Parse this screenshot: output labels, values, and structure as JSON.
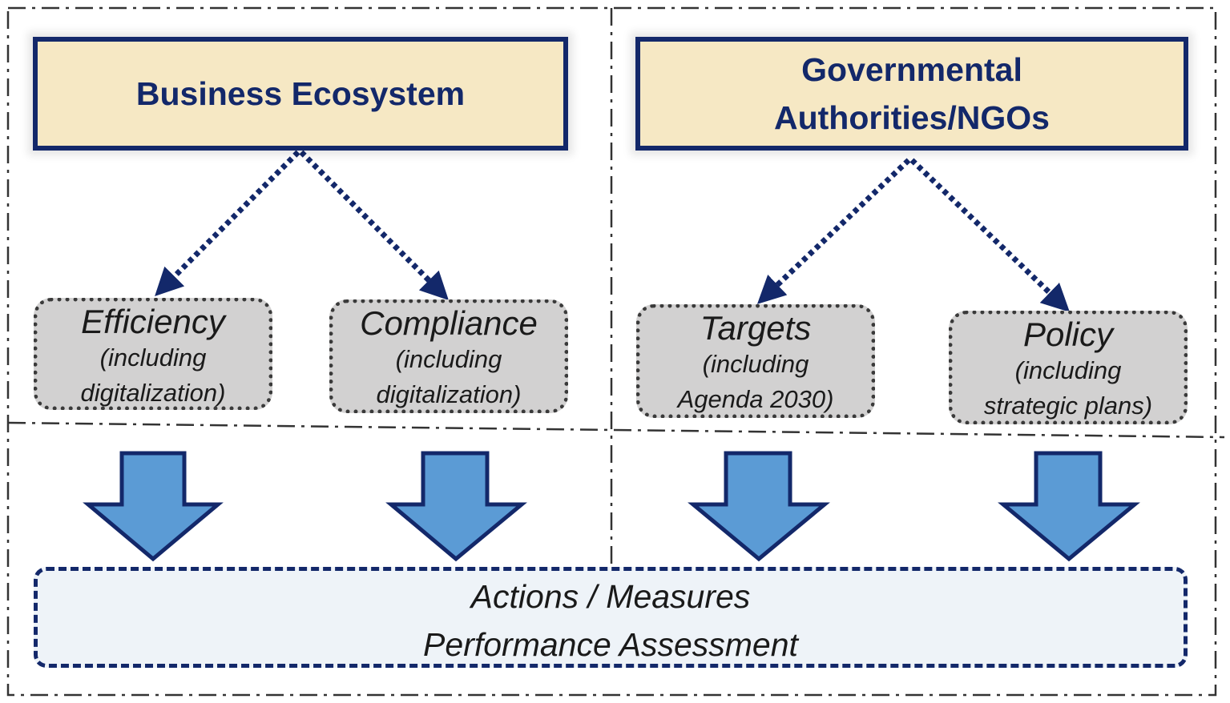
{
  "header_boxes": [
    {
      "label": "Business Ecosystem"
    },
    {
      "label": "Governmental\nAuthorities/NGOs"
    }
  ],
  "categories": [
    {
      "title": "Efficiency",
      "subtitle": "(including\ndigitalization)"
    },
    {
      "title": "Compliance",
      "subtitle": "(including\ndigitalization)"
    },
    {
      "title": "Targets",
      "subtitle": "(including\nAgenda 2030)"
    },
    {
      "title": "Policy",
      "subtitle": "(including\nstrategic plans)"
    }
  ],
  "outcome_box": {
    "line1": "Actions / Measures",
    "line2": "Performance Assessment"
  },
  "colors": {
    "navy": "#13286a",
    "header_fill": "#f6e8c4",
    "category_fill": "#d2d1d1",
    "arrow_fill": "#5b9bd5",
    "outcome_fill": "#eef3f8"
  }
}
